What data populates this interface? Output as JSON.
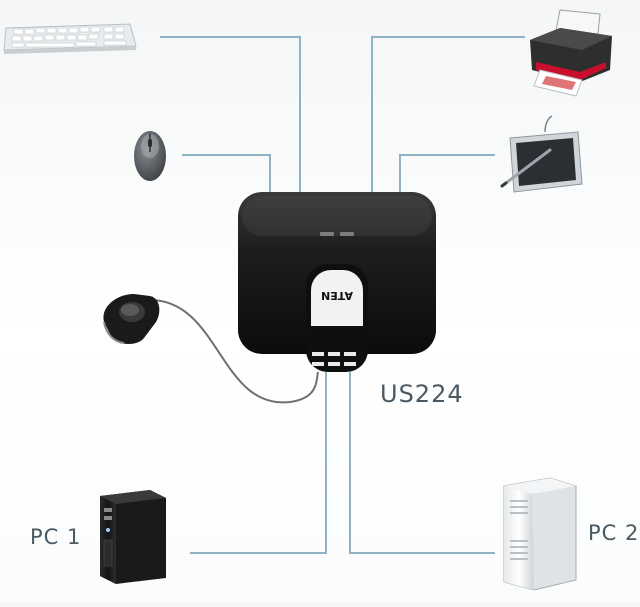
{
  "device": {
    "model": "US224",
    "brand": "ATEN"
  },
  "computers": [
    {
      "label": "PC 1"
    },
    {
      "label": "PC 2"
    }
  ],
  "peripherals": [
    "keyboard-icon",
    "mouse-icon",
    "printer-icon",
    "tablet-icon",
    "remote-switch-icon"
  ],
  "colors": {
    "line": "#8fb3c2",
    "device": "#1c1c1c",
    "background": "#f4f6f7",
    "label": "#4a5a63"
  }
}
